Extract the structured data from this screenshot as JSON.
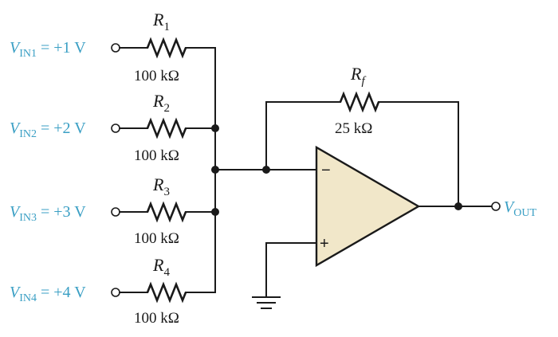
{
  "colors": {
    "voltage_label": "#3a9fc4",
    "wire": "#1a1a1a",
    "opamp_fill": "#f1e7c9"
  },
  "inputs": [
    {
      "symbol": "V",
      "sub": "IN1",
      "value": "= +1 V",
      "resistor": {
        "letter": "R",
        "index": "1",
        "value": "100 kΩ"
      }
    },
    {
      "symbol": "V",
      "sub": "IN2",
      "value": "= +2 V",
      "resistor": {
        "letter": "R",
        "index": "2",
        "value": "100 kΩ"
      }
    },
    {
      "symbol": "V",
      "sub": "IN3",
      "value": "= +3 V",
      "resistor": {
        "letter": "R",
        "index": "3",
        "value": "100 kΩ"
      }
    },
    {
      "symbol": "V",
      "sub": "IN4",
      "value": "= +4 V",
      "resistor": {
        "letter": "R",
        "index": "4",
        "value": "100 kΩ"
      }
    }
  ],
  "feedback": {
    "letter": "R",
    "index": "f",
    "value": "25 kΩ"
  },
  "opamp": {
    "inverting_sign": "−",
    "noninverting_sign": "+"
  },
  "output": {
    "symbol": "V",
    "sub": "OUT"
  }
}
